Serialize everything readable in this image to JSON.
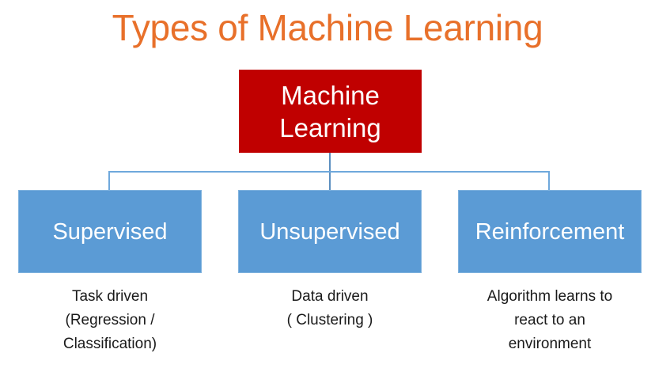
{
  "title": "Types of Machine Learning",
  "colors": {
    "title": "#E8702A",
    "root_box": "#C00000",
    "child_box": "#5B9BD5",
    "connector": "#6FA8DC",
    "caption_text": "#1a1a1a",
    "background": "#ffffff"
  },
  "root": {
    "label": "Machine\nLearning"
  },
  "branches": [
    {
      "label": "Supervised",
      "caption": "Task driven\n(Regression /\nClassification)"
    },
    {
      "label": "Unsupervised",
      "caption": "Data driven\n( Clustering )"
    },
    {
      "label": "Reinforcement",
      "caption": "Algorithm learns to\nreact to an\nenvironment"
    }
  ]
}
